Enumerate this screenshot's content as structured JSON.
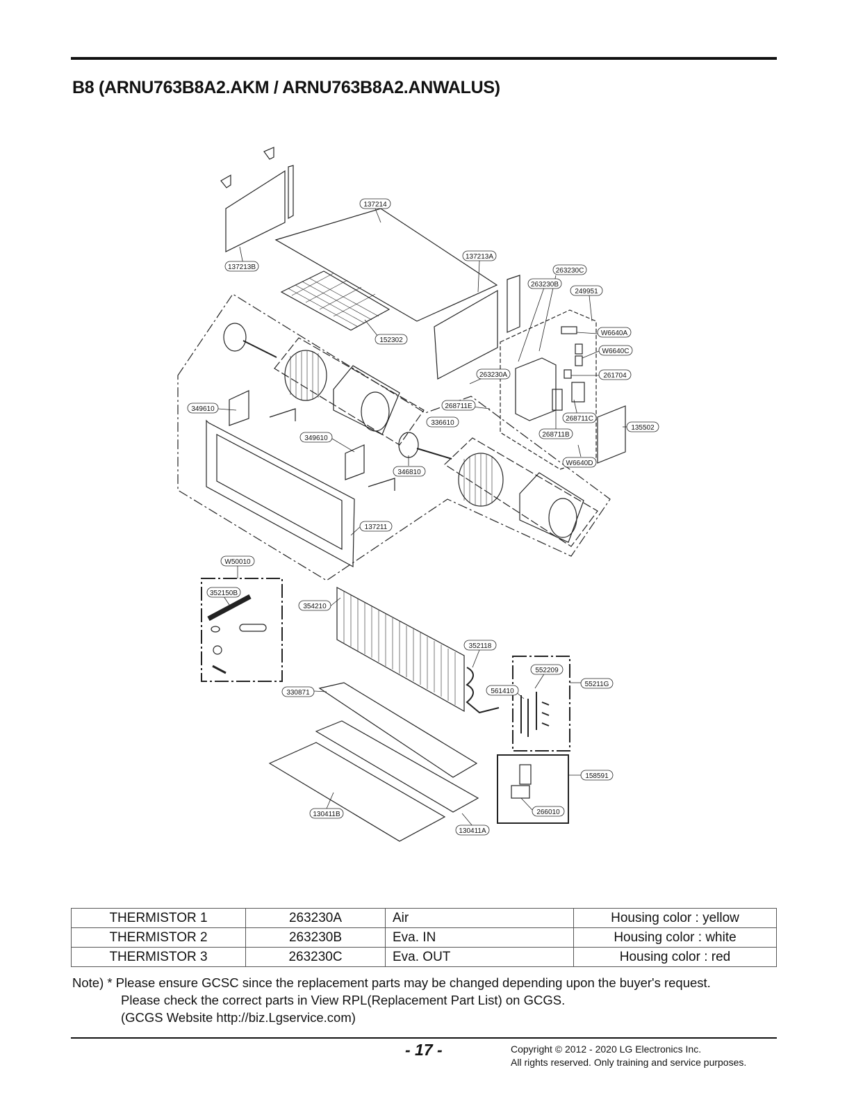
{
  "page": {
    "title": "B8 (ARNU763B8A2.AKM / ARNU763B8A2.ANWALUS)"
  },
  "diagram": {
    "callouts": [
      "137214",
      "137213B",
      "137213A",
      "263230C",
      "263230B",
      "249951",
      "152302",
      "W6640A",
      "W6640C",
      "263230A",
      "261704",
      "349610",
      "268711E",
      "336610",
      "268711C",
      "135502",
      "349610",
      "268711B",
      "346810",
      "W6640D",
      "137211",
      "W50010",
      "352150B",
      "354210",
      "352118",
      "552209",
      "561410",
      "55211G",
      "330871",
      "158591",
      "266010",
      "130411B",
      "130411A"
    ]
  },
  "thermistor_table": {
    "rows": [
      {
        "name": "THERMISTOR 1",
        "part": "263230A",
        "location": "Air",
        "housing": "Housing color : yellow"
      },
      {
        "name": "THERMISTOR 2",
        "part": "263230B",
        "location": "Eva. IN",
        "housing": "Housing color : white"
      },
      {
        "name": "THERMISTOR 3",
        "part": "263230C",
        "location": "Eva. OUT",
        "housing": "Housing color : red"
      }
    ]
  },
  "note": {
    "line1": "Note) * Please ensure GCSC since the replacement parts may be changed depending upon the buyer's request.",
    "line2": "Please check the correct parts in View RPL(Replacement Part List) on GCGS.",
    "line3": "(GCGS Website http://biz.Lgservice.com)"
  },
  "footer": {
    "page_number": "- 17 -",
    "copyright_line1": "Copyright © 2012 - 2020 LG Electronics Inc.",
    "copyright_line2": "All rights reserved. Only training and service purposes."
  }
}
